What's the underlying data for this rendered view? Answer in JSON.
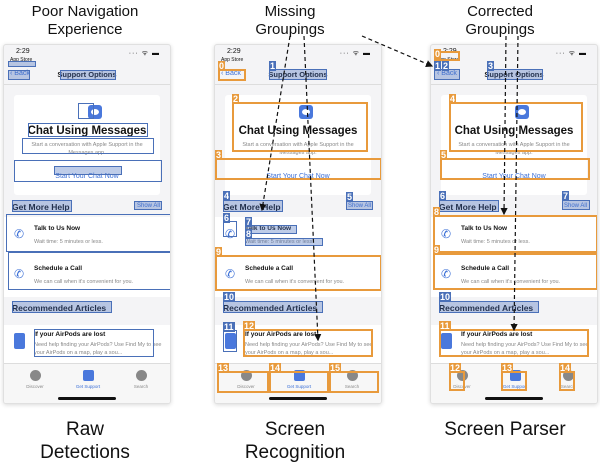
{
  "captions": {
    "top": [
      "Poor Navigation Experience",
      "Missing Groupings",
      "Corrected Groupings"
    ],
    "bottom": [
      "Raw Detections",
      "Screen Recognition",
      "Screen Parser"
    ]
  },
  "screen": {
    "time": "2:29",
    "app_store": "App Store",
    "status_icons": "··· ᯤ ▬",
    "back": "‹ Back",
    "nav_title": "Support Options",
    "chat_title": "Chat Using Messages",
    "chat_subtitle": "Start a conversation with Apple Support in the Messages app.",
    "chat_button": "Start Your Chat Now",
    "get_more_help": "Get More Help",
    "show_all": "Show All",
    "rows": [
      {
        "title": "Talk to Us Now",
        "subtitle": "Wait time: 5 minutes or less."
      },
      {
        "title": "Schedule a Call",
        "subtitle": "We can call when it's convenient for you."
      }
    ],
    "recommended": "Recommended Articles",
    "article_title": "If your AirPods are lost",
    "article_subtitle": "Need help finding your AirPods? Use Find My to see your AirPods on a map, play a sou...",
    "tabs": [
      "Discover",
      "Get Support",
      "Search"
    ]
  },
  "panel2_labels": [
    "0",
    "1",
    "2",
    "3",
    "4",
    "5",
    "6",
    "7",
    "8",
    "9",
    "10",
    "11",
    "12",
    "13",
    "14",
    "15"
  ],
  "panel3_labels": [
    "0",
    "1",
    "2",
    "3",
    "4",
    "5",
    "6",
    "7",
    "8",
    "9",
    "10",
    "11",
    "12",
    "13",
    "14"
  ],
  "colors": {
    "group_orange": "#e89a3c",
    "element_blue": "#4a70b8",
    "ios_blue": "#3b6fd6"
  }
}
